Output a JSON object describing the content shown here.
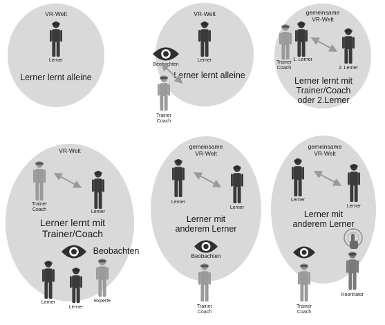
{
  "colors": {
    "blob": "#d9d9d9",
    "person_dark": "#3a3a3a",
    "person_light": "#9a9a9a",
    "person_mid": "#7a7a7a",
    "arrow": "#9a9a9a",
    "eye": "#2f2f2f"
  },
  "icons": [
    "person-icon",
    "eye-icon",
    "double-arrow-icon",
    "touch-gesture-icon"
  ],
  "panels": [
    {
      "world": "VR-Welt",
      "caption": "Lerner lernt alleine",
      "labels": {
        "learner": "Lerner"
      }
    },
    {
      "world": "VR-Welt",
      "caption": "Lerner lernt alleine",
      "labels": {
        "learner": "Lerner",
        "observe": "Beobachten",
        "trainer": "Trainer\nCoach"
      }
    },
    {
      "world": "gemeinsame\nVR-Welt",
      "caption": "Lerner lernt mit\nTrainer/Coach\noder 2.Lerner",
      "labels": {
        "trainer": "Trainer\nCoach",
        "learner1": "1. Lerner",
        "learner2": "2. Lerner"
      }
    },
    {
      "world": "VR-Welt",
      "caption": "Lerner lernt mit\nTrainer/Coach",
      "labels": {
        "trainer": "Trainer\nCoach",
        "learner": "Lerner",
        "observe": "Beobachten",
        "obs1": "Lerner",
        "obs2": "Lerner",
        "obs3": "Experte"
      }
    },
    {
      "world": "gemeinsame\nVR-Welt",
      "caption": "Lerner mit\nanderem Lerner",
      "labels": {
        "learner1": "Lerner",
        "learner2": "Lerner",
        "observe": "Beobachten",
        "trainer": "Trainer\nCoach"
      }
    },
    {
      "world": "gemeinsame\nVR-Welt",
      "caption": "Lerner mit\nanderem Lerner",
      "labels": {
        "learner1": "Lerner",
        "learner2": "Lerner",
        "trainer": "Trainer\nCoach",
        "coordinator": "Koorinator"
      }
    }
  ]
}
